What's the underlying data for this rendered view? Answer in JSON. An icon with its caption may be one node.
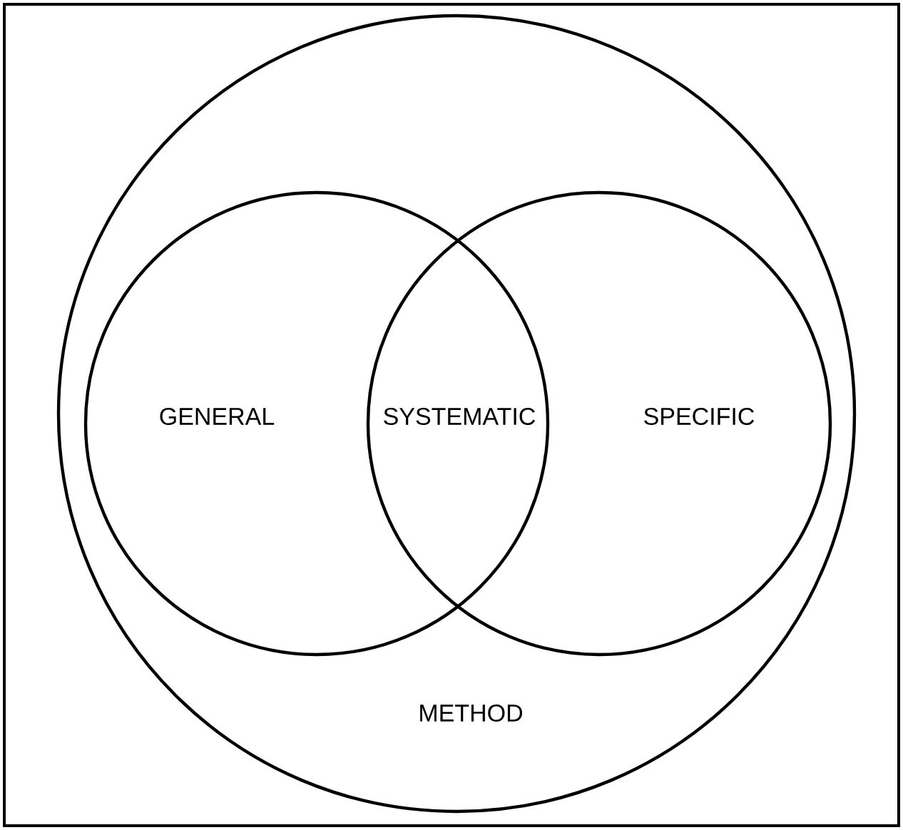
{
  "diagram": {
    "nodes": [
      {
        "text": [
          "METHOD"
        ]
      },
      {
        "text": [
          "GENERAL"
        ],
        "in": 0
      },
      {
        "text": [
          "SPECIFIC"
        ],
        "in": 0
      }
    ],
    "labels": [
      "SYSTEMATIC"
    ]
  }
}
